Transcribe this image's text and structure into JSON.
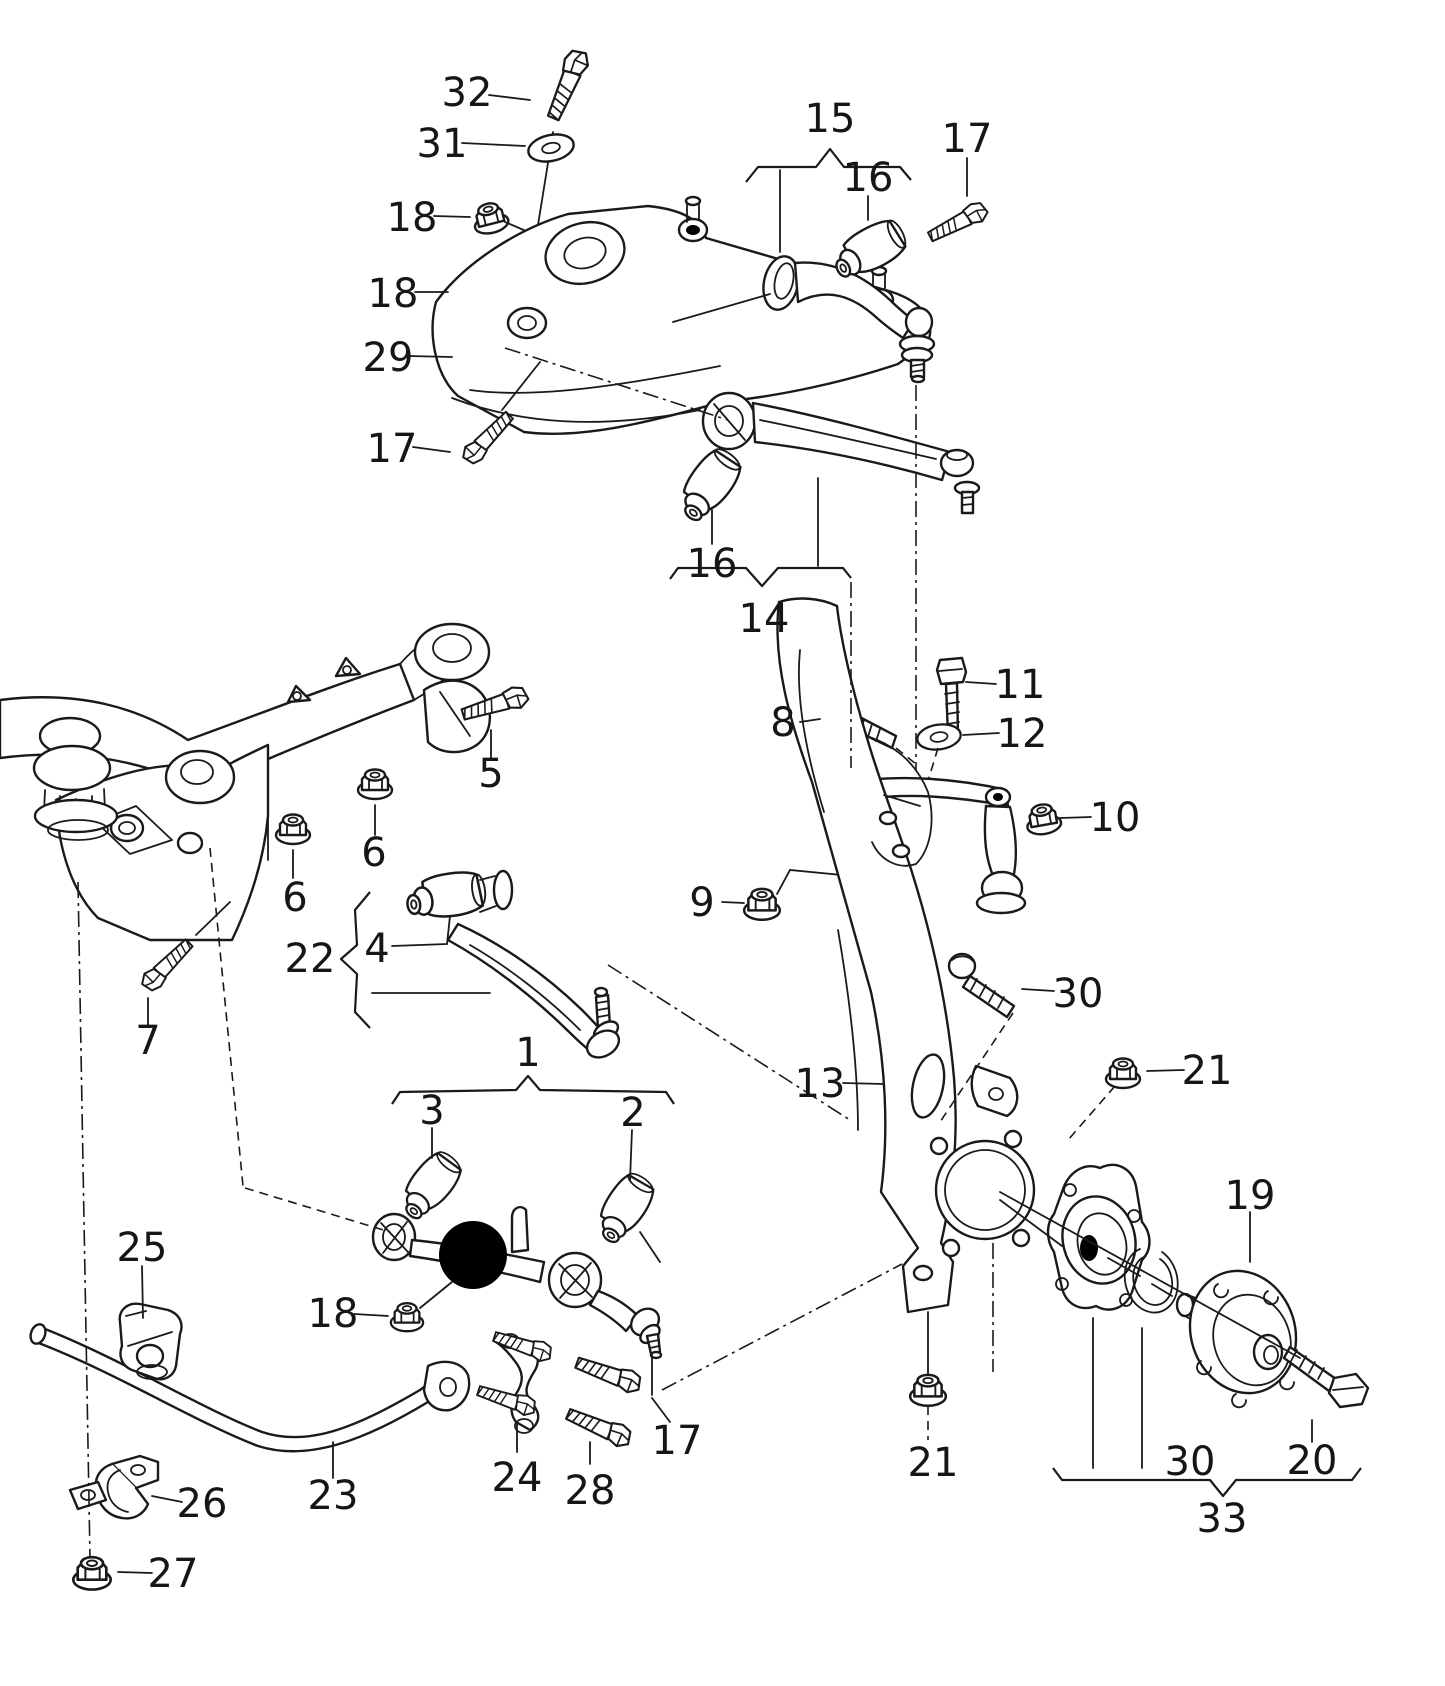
{
  "figure": {
    "background_color": "#ffffff",
    "line_color": "#1a1a1a",
    "highlight_marker_color": "#000000",
    "callouts": [
      {
        "label": "32"
      },
      {
        "label": "31"
      },
      {
        "label": "18"
      },
      {
        "label": "18"
      },
      {
        "label": "29"
      },
      {
        "label": "17"
      },
      {
        "label": "15"
      },
      {
        "label": "16"
      },
      {
        "label": "17"
      },
      {
        "label": "16"
      },
      {
        "label": "14"
      },
      {
        "label": "11"
      },
      {
        "label": "8"
      },
      {
        "label": "12"
      },
      {
        "label": "10"
      },
      {
        "label": "9"
      },
      {
        "label": "5"
      },
      {
        "label": "6"
      },
      {
        "label": "6"
      },
      {
        "label": "7"
      },
      {
        "label": "22"
      },
      {
        "label": "4"
      },
      {
        "label": "1"
      },
      {
        "label": "3"
      },
      {
        "label": "2"
      },
      {
        "label": "13"
      },
      {
        "label": "30"
      },
      {
        "label": "21"
      },
      {
        "label": "19"
      },
      {
        "label": "25"
      },
      {
        "label": "18"
      },
      {
        "label": "26"
      },
      {
        "label": "23"
      },
      {
        "label": "27"
      },
      {
        "label": "24"
      },
      {
        "label": "28"
      },
      {
        "label": "17"
      },
      {
        "label": "21"
      },
      {
        "label": "30"
      },
      {
        "label": "20"
      },
      {
        "label": "33"
      }
    ]
  }
}
